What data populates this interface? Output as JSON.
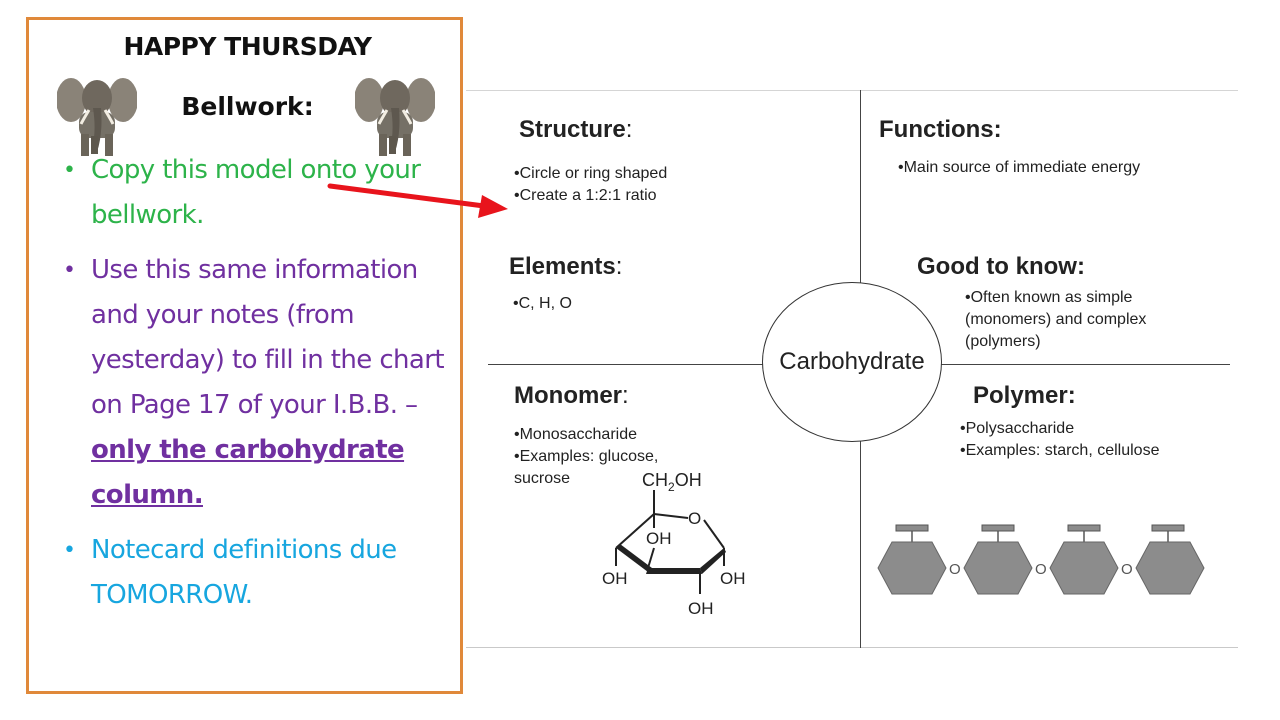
{
  "panel": {
    "greeting": "HAPPY THURSDAY",
    "subtitle": "Bellwork:",
    "bullets": [
      "Copy this model onto your bellwork.",
      "Use this same information and your notes (from yesterday) to fill in the chart on Page 17 of your I.B.B. –",
      "only the carbohydrate column.",
      "Notecard definitions due TOMORROW."
    ],
    "bullet_symbol": "•",
    "colors": {
      "border": "#e0893a",
      "green": "#2db34a",
      "purple": "#7030a0",
      "cyan": "#17a6df",
      "arrow": "#e8141c"
    }
  },
  "chart": {
    "center": "Carbohydrate",
    "structure": {
      "title": "Structure",
      "colon": ":",
      "lines": [
        "•Circle or ring shaped",
        "•Create a 1:2:1 ratio"
      ]
    },
    "functions": {
      "title": "Functions:",
      "lines": [
        "•Main source of immediate energy"
      ]
    },
    "elements": {
      "title": "Elements",
      "colon": ":",
      "lines": [
        "•C, H, O"
      ]
    },
    "good_to_know": {
      "title": "Good to know:",
      "lines": [
        "•Often known as simple",
        "(monomers) and complex",
        "(polymers)"
      ]
    },
    "monomer": {
      "title": "Monomer",
      "colon": ":",
      "lines": [
        "•Monosaccharide",
        "•Examples: glucose,",
        "sucrose"
      ]
    },
    "polymer": {
      "title": "Polymer:",
      "lines": [
        "•Polysaccharide",
        "•Examples: starch, cellulose"
      ]
    },
    "glucose_labels": {
      "ch2oh_main": "CH",
      "ch2oh_sub": "2",
      "ch2oh_end": "OH",
      "o": "O",
      "oh": "OH"
    },
    "polymer_link": "O"
  }
}
